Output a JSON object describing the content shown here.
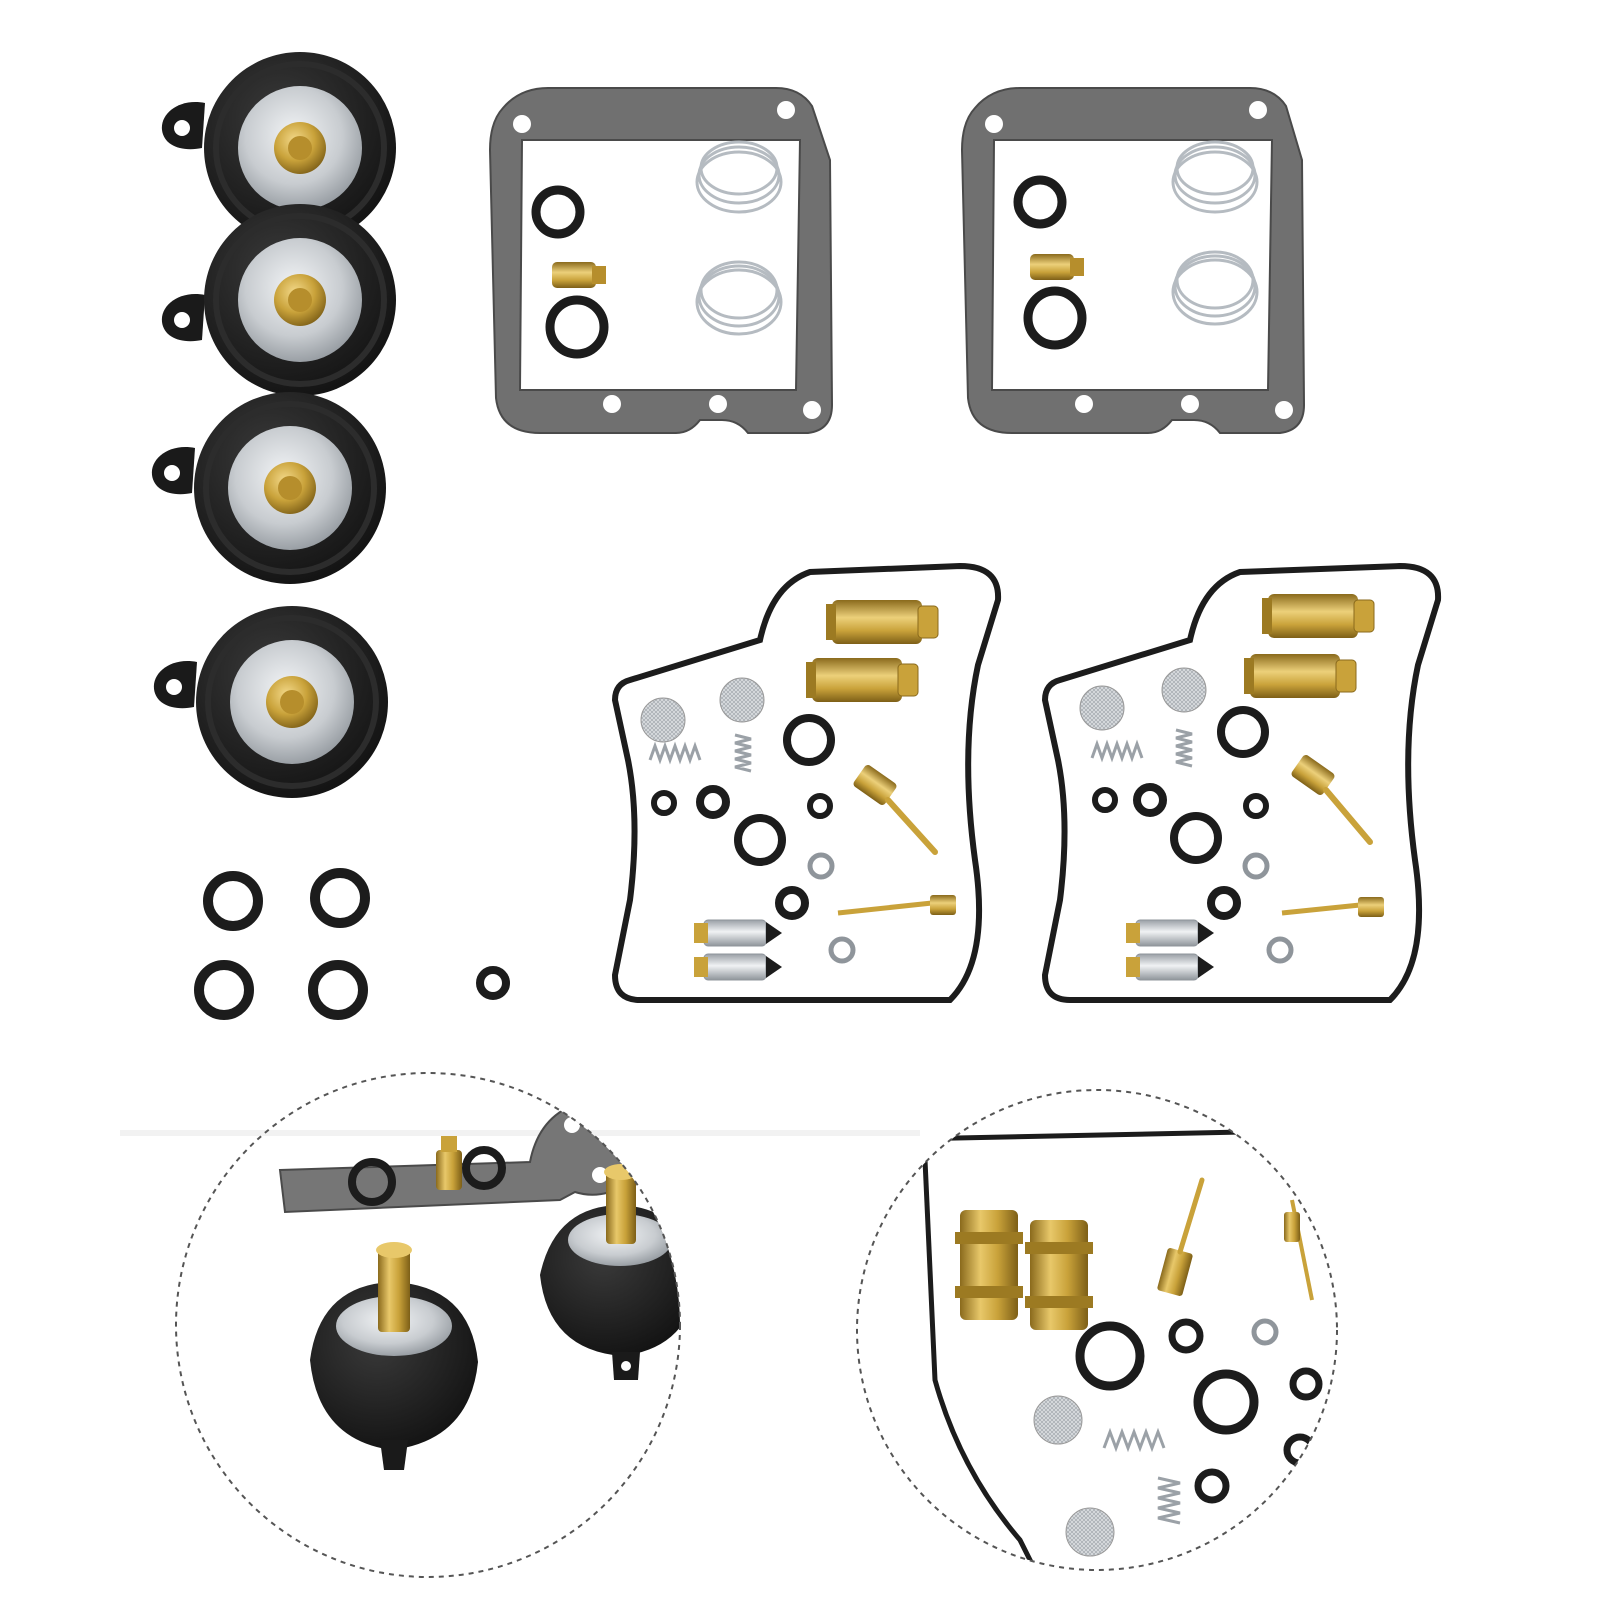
{
  "scene": {
    "background": "#ffffff",
    "colors": {
      "rubber": "#1a1a1a",
      "rubber_edge": "#333333",
      "brass": "#c9a23a",
      "brass_dark": "#8a6a1c",
      "brass_light": "#e8c86a",
      "steel": "#c8ccd0",
      "steel_dark": "#8f959b",
      "gasket": "#6e6e6e",
      "gasket_edge": "#4a4a4a",
      "seal_ring": "#222222",
      "zoom_border": "#555555"
    },
    "items": {
      "diaphragms": 4,
      "loose_o_rings": 5,
      "paper_gasket_sets": 2,
      "float_bowl_kits": 2,
      "zoom_details": 2
    }
  }
}
